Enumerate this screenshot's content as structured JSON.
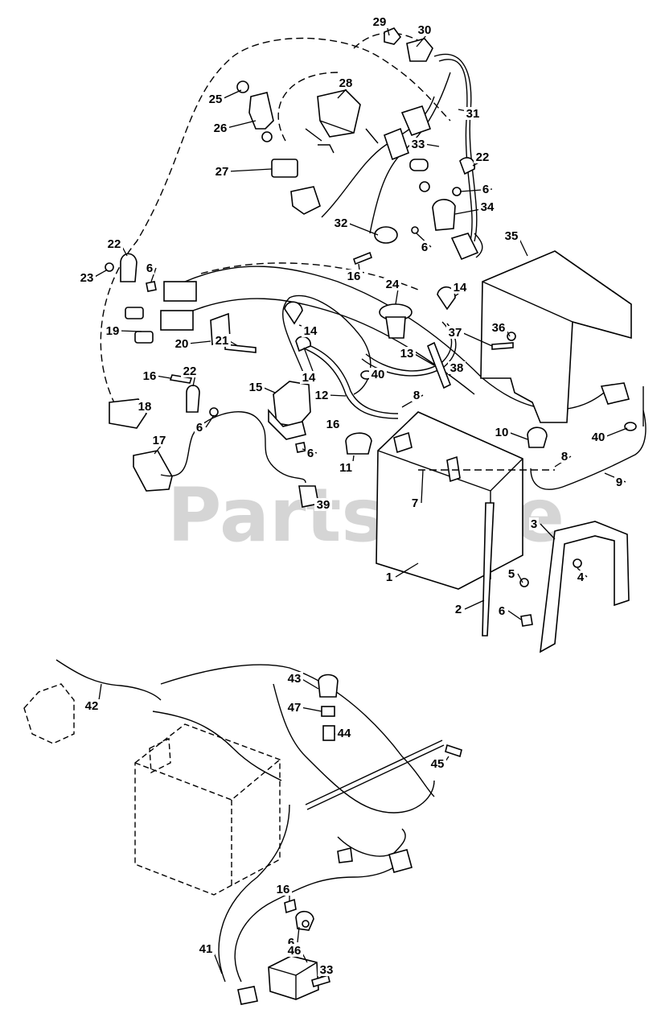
{
  "watermark": {
    "text": "PartsTree",
    "trademark": "™"
  },
  "callouts": [
    {
      "id": "c29",
      "label": "29"
    },
    {
      "id": "c30",
      "label": "30"
    },
    {
      "id": "c28",
      "label": "28"
    },
    {
      "id": "c25",
      "label": "25"
    },
    {
      "id": "c31",
      "label": "31"
    },
    {
      "id": "c26",
      "label": "26"
    },
    {
      "id": "c33a",
      "label": "33"
    },
    {
      "id": "c22a",
      "label": "22"
    },
    {
      "id": "c27",
      "label": "27"
    },
    {
      "id": "c6a",
      "label": "6"
    },
    {
      "id": "c34",
      "label": "34"
    },
    {
      "id": "c32",
      "label": "32"
    },
    {
      "id": "c35",
      "label": "35"
    },
    {
      "id": "c22b",
      "label": "22"
    },
    {
      "id": "c6b",
      "label": "6"
    },
    {
      "id": "c23",
      "label": "23"
    },
    {
      "id": "c6c",
      "label": "6"
    },
    {
      "id": "c16a",
      "label": "16"
    },
    {
      "id": "c24",
      "label": "24"
    },
    {
      "id": "c14a",
      "label": "14"
    },
    {
      "id": "c19",
      "label": "19"
    },
    {
      "id": "c37",
      "label": "37"
    },
    {
      "id": "c36",
      "label": "36"
    },
    {
      "id": "c14b",
      "label": "14"
    },
    {
      "id": "c20",
      "label": "20"
    },
    {
      "id": "c21",
      "label": "21"
    },
    {
      "id": "c13",
      "label": "13"
    },
    {
      "id": "c14c",
      "label": "14"
    },
    {
      "id": "c38",
      "label": "38"
    },
    {
      "id": "c40a",
      "label": "40"
    },
    {
      "id": "c16b",
      "label": "16"
    },
    {
      "id": "c22c",
      "label": "22"
    },
    {
      "id": "c15",
      "label": "15"
    },
    {
      "id": "c12",
      "label": "12"
    },
    {
      "id": "c8a",
      "label": "8"
    },
    {
      "id": "c18",
      "label": "18"
    },
    {
      "id": "c6d",
      "label": "6"
    },
    {
      "id": "c16c",
      "label": "16"
    },
    {
      "id": "c40b",
      "label": "40"
    },
    {
      "id": "c10",
      "label": "10"
    },
    {
      "id": "c17",
      "label": "17"
    },
    {
      "id": "c11",
      "label": "11"
    },
    {
      "id": "c6e",
      "label": "6"
    },
    {
      "id": "c8b",
      "label": "8"
    },
    {
      "id": "c9",
      "label": "9"
    },
    {
      "id": "c7",
      "label": "7"
    },
    {
      "id": "c39",
      "label": "39"
    },
    {
      "id": "c3",
      "label": "3"
    },
    {
      "id": "c5",
      "label": "5"
    },
    {
      "id": "c4",
      "label": "4"
    },
    {
      "id": "c1",
      "label": "1"
    },
    {
      "id": "c2",
      "label": "2"
    },
    {
      "id": "c6f",
      "label": "6"
    },
    {
      "id": "c43",
      "label": "43"
    },
    {
      "id": "c42",
      "label": "42"
    },
    {
      "id": "c47",
      "label": "47"
    },
    {
      "id": "c44",
      "label": "44"
    },
    {
      "id": "c45",
      "label": "45"
    },
    {
      "id": "c16d",
      "label": "16"
    },
    {
      "id": "c6g",
      "label": "6"
    },
    {
      "id": "c41",
      "label": "41"
    },
    {
      "id": "c46",
      "label": "46"
    },
    {
      "id": "c33b",
      "label": "33"
    }
  ]
}
